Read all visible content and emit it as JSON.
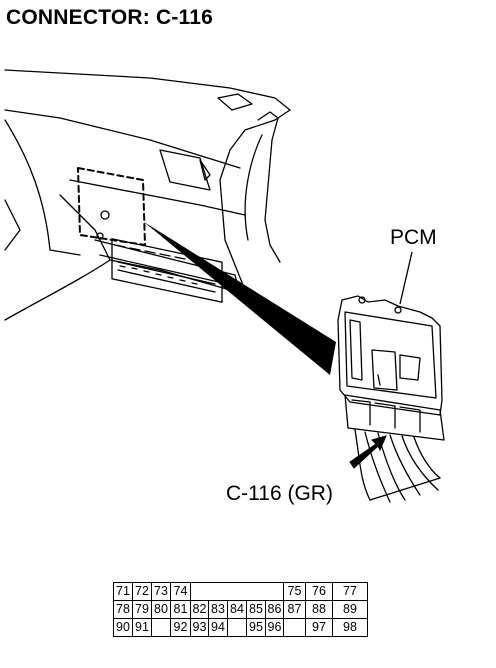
{
  "title": "CONNECTOR: C-116",
  "labels": {
    "pcm": "PCM",
    "connector": "C-116 (GR)"
  },
  "pin_table": {
    "rows": [
      [
        "71",
        "72",
        "73",
        "74",
        "",
        "",
        "",
        "",
        "",
        "",
        "75",
        "76",
        "77"
      ],
      [
        "78",
        "79",
        "80",
        "81",
        "82",
        "83",
        "84",
        "85",
        "86",
        "87",
        "88",
        "89"
      ],
      [
        "90",
        "91",
        "",
        "92",
        "93",
        "94",
        "",
        "95",
        "96",
        "",
        "97",
        "98"
      ]
    ]
  },
  "icons": [
    "pcm-module-drawing",
    "pointer-arrow-icon",
    "dashboard-drawing"
  ]
}
